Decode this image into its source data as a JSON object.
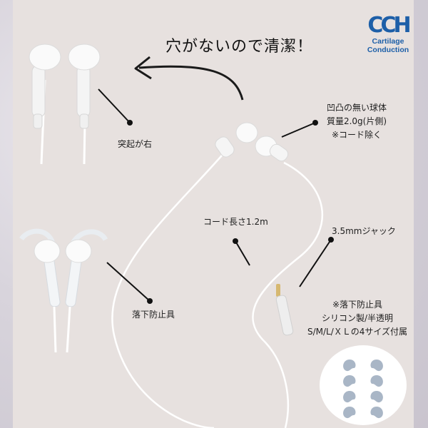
{
  "headline": "穴がないので清潔！",
  "logo": {
    "mark": "CCH",
    "name_line1": "Cartilage",
    "name_line2": "Conduction"
  },
  "labels": {
    "bump_right": "突起が右",
    "cord_length": "コード長さ1.2m",
    "jack": "3.5mmジャック",
    "fall_prevention": "落下防止具"
  },
  "spec_note": {
    "line1": "凹凸の無い球体",
    "line2": "質量2.0g(片側)",
    "line3": "※コード除く"
  },
  "attachment_note": {
    "line1": "※落下防止具",
    "line2": "シリコン製/半透明",
    "line3": "S/M/L/ＸＬの4サイズ付属"
  },
  "colors": {
    "accent": "#1d5fa8",
    "panel": "#e7e1df",
    "earbud": "#f7f7f7",
    "tip": "#a9b6c6"
  }
}
